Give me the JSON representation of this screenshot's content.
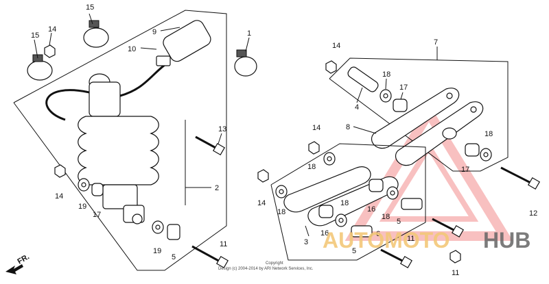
{
  "labels": {
    "p1": "1",
    "p2": "2",
    "p3": "3",
    "p4": "4",
    "p5a": "5",
    "p5b": "5",
    "p5c": "5",
    "p6": "6",
    "p7": "7",
    "p8": "8",
    "p9": "9",
    "p10": "10",
    "p11a": "11",
    "p11b": "11",
    "p12": "12",
    "p13": "13",
    "p14a": "14",
    "p14b": "14",
    "p14c": "14",
    "p14d": "14",
    "p14e": "14",
    "p15a": "15",
    "p15b": "15",
    "p16a": "16",
    "p16b": "16",
    "p17a": "17",
    "p17b": "17",
    "p17c": "17",
    "p18a": "18",
    "p18b": "18",
    "p18c": "18",
    "p18d": "18",
    "p18e": "18",
    "p18f": "18",
    "p19a": "19",
    "p19b": "19"
  },
  "front_arrow": "FR.",
  "copyright": "Copyright",
  "copyright_line": "Design (c) 2004-2014 by ARI Network Services, Inc.",
  "watermark": {
    "part1": "AUTOMOTO",
    "part2": "HUB"
  }
}
